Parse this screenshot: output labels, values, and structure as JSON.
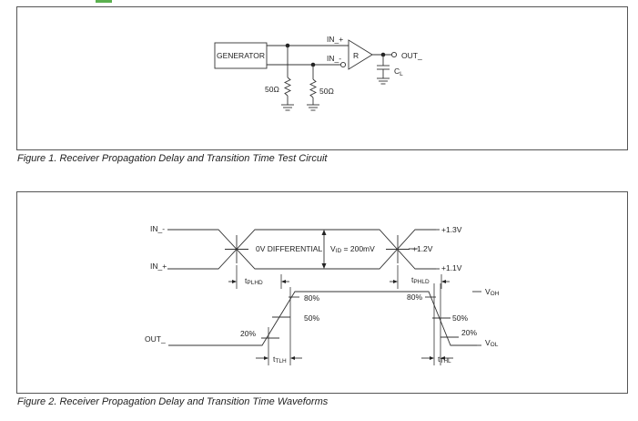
{
  "figure1": {
    "caption": "Figure 1. Receiver Propagation Delay and Transition Time Test Circuit",
    "generator_label": "GENERATOR",
    "in_plus": "IN_+",
    "in_minus": "IN_-",
    "receiver_label": "R",
    "out_label": "OUT_",
    "cap_label": "C",
    "cap_sub": "L",
    "res1": "50Ω",
    "res2": "50Ω"
  },
  "figure2": {
    "caption": "Figure 2. Receiver Propagation Delay and Transition Time Waveforms",
    "in_minus": "IN_-",
    "in_plus": "IN_+",
    "out_label": "OUT_",
    "diff_label": "0V  DIFFERENTIAL",
    "vid_prefix": "V",
    "vid_sub": "ID",
    "vid_suffix": " = 200mV",
    "v13": "+1.3V",
    "v12": "+1.2V",
    "v11": "+1.1V",
    "tplhd_t": "t",
    "tplhd_sub": "PLHD",
    "tphld_t": "t",
    "tphld_sub": "PHLD",
    "p80a": "80%",
    "p50a": "50%",
    "p20a": "20%",
    "p80b": "80%",
    "p50b": "50%",
    "p20b": "20%",
    "voh": "V",
    "voh_sub": "OH",
    "vol": "V",
    "vol_sub": "OL",
    "ttlh_t": "t",
    "ttlh_sub": "TLH",
    "tthl_t": "t",
    "tthl_sub": "THL"
  }
}
